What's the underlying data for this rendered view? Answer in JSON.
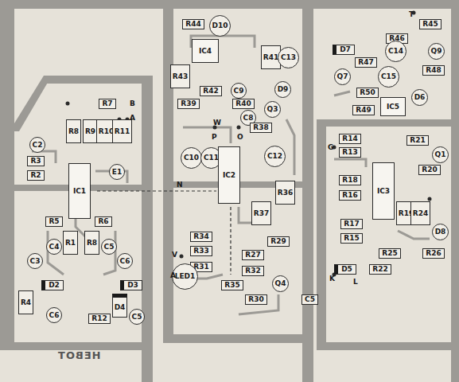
{
  "diagram": {
    "nodes": [
      {
        "text": [
          "R7"
        ]
      },
      {
        "text": [
          "R8"
        ]
      },
      {
        "text": [
          "R9"
        ]
      },
      {
        "text": [
          "R10"
        ]
      },
      {
        "text": [
          "R11"
        ]
      },
      {
        "text": [
          "C2"
        ]
      },
      {
        "text": [
          "R3"
        ]
      },
      {
        "text": [
          "R2"
        ]
      },
      {
        "text": [
          "E1"
        ]
      },
      {
        "text": [
          "IC1"
        ]
      },
      {
        "text": [
          "R5"
        ]
      },
      {
        "text": [
          "R6"
        ]
      },
      {
        "text": [
          "C3"
        ]
      },
      {
        "text": [
          "C4"
        ]
      },
      {
        "text": [
          "R1"
        ]
      },
      {
        "text": [
          "R8"
        ]
      },
      {
        "text": [
          "C5"
        ]
      },
      {
        "text": [
          "C6"
        ]
      },
      {
        "text": [
          "D2"
        ]
      },
      {
        "text": [
          "D3"
        ]
      },
      {
        "text": [
          "R4"
        ]
      },
      {
        "text": [
          "C6"
        ]
      },
      {
        "text": [
          "D4"
        ]
      },
      {
        "text": [
          "C5"
        ]
      },
      {
        "text": [
          "R12"
        ]
      },
      {
        "text": [
          "R44"
        ]
      },
      {
        "text": [
          "D10"
        ]
      },
      {
        "text": [
          "IC4"
        ]
      },
      {
        "text": [
          "R41"
        ]
      },
      {
        "text": [
          "C13"
        ]
      },
      {
        "text": [
          "R43"
        ]
      },
      {
        "text": [
          "R42"
        ]
      },
      {
        "text": [
          "C9"
        ]
      },
      {
        "text": [
          "D9"
        ]
      },
      {
        "text": [
          "R39"
        ]
      },
      {
        "text": [
          "R40"
        ]
      },
      {
        "text": [
          "Q3"
        ]
      },
      {
        "text": [
          "C8"
        ]
      },
      {
        "text": [
          "R38"
        ]
      },
      {
        "text": [
          "C10"
        ]
      },
      {
        "text": [
          "C11"
        ]
      },
      {
        "text": [
          "C12"
        ]
      },
      {
        "text": [
          "IC2"
        ]
      },
      {
        "text": [
          "R36"
        ]
      },
      {
        "text": [
          "R37"
        ]
      },
      {
        "text": [
          "R34"
        ]
      },
      {
        "text": [
          "R33"
        ]
      },
      {
        "text": [
          "R29"
        ]
      },
      {
        "text": [
          "R27"
        ]
      },
      {
        "text": [
          "R31"
        ]
      },
      {
        "text": [
          "R32"
        ]
      },
      {
        "text": [
          "LED1"
        ]
      },
      {
        "text": [
          "Q4"
        ]
      },
      {
        "text": [
          "R35"
        ]
      },
      {
        "text": [
          "R30"
        ]
      },
      {
        "text": [
          "C5"
        ]
      },
      {
        "text": [
          "R45"
        ]
      },
      {
        "text": [
          "R46"
        ]
      },
      {
        "text": [
          "D7"
        ]
      },
      {
        "text": [
          "C14"
        ]
      },
      {
        "text": [
          "R47"
        ]
      },
      {
        "text": [
          "Q9"
        ]
      },
      {
        "text": [
          "R48"
        ]
      },
      {
        "text": [
          "Q7"
        ]
      },
      {
        "text": [
          "C15"
        ]
      },
      {
        "text": [
          "R50"
        ]
      },
      {
        "text": [
          "IC5"
        ]
      },
      {
        "text": [
          "D6"
        ]
      },
      {
        "text": [
          "R49"
        ]
      },
      {
        "text": [
          "R14"
        ]
      },
      {
        "text": [
          "R21"
        ]
      },
      {
        "text": [
          "Q1"
        ]
      },
      {
        "text": [
          "R13"
        ]
      },
      {
        "text": [
          "R20"
        ]
      },
      {
        "text": [
          "IC3"
        ]
      },
      {
        "text": [
          "R18"
        ]
      },
      {
        "text": [
          "R16"
        ]
      },
      {
        "text": [
          "R19"
        ]
      },
      {
        "text": [
          "R24"
        ]
      },
      {
        "text": [
          "R17"
        ]
      },
      {
        "text": [
          "R15"
        ]
      },
      {
        "text": [
          "D8"
        ]
      },
      {
        "text": [
          "R25"
        ]
      },
      {
        "text": [
          "R26"
        ]
      },
      {
        "text": [
          "D5"
        ]
      },
      {
        "text": [
          "R22"
        ]
      }
    ],
    "labels": [
      "B",
      "A",
      "P",
      "O",
      "W",
      "N",
      "V",
      "A",
      "K",
      "L",
      "T",
      "G",
      "HEBOT"
    ]
  }
}
